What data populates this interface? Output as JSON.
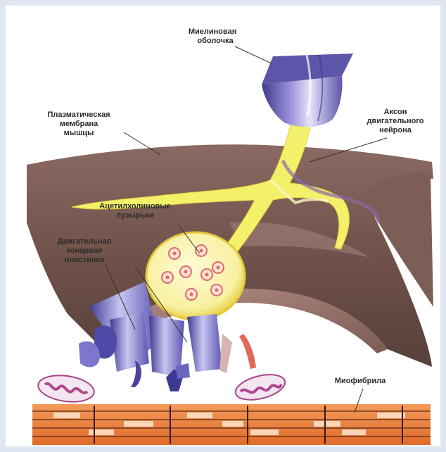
{
  "labels": {
    "myelin_1": "Миелиновая",
    "myelin_2": "оболочка",
    "plasma_1": "Плазматическая",
    "plasma_2": "мембрана",
    "plasma_3": "мышцы",
    "axon_1": "Аксон",
    "axon_2": "двигательного",
    "axon_3": "нейрона",
    "vesicles_1": "Ацетилхолиновые",
    "vesicles_2": "пузырьки",
    "endplate_1": "Двигательная",
    "endplate_2": "концевая",
    "endplate_3": "пластинка",
    "myofibril": "Миофибрила"
  },
  "colors": {
    "frame": "#dfe6f2",
    "muscle": "#7a5a52",
    "axon": "#f3f06a",
    "sheath": "#6e66b8",
    "fibrils": "#6a66c0",
    "myofibril": "#ea7e3e",
    "mitochondria": "#c76aa8"
  }
}
